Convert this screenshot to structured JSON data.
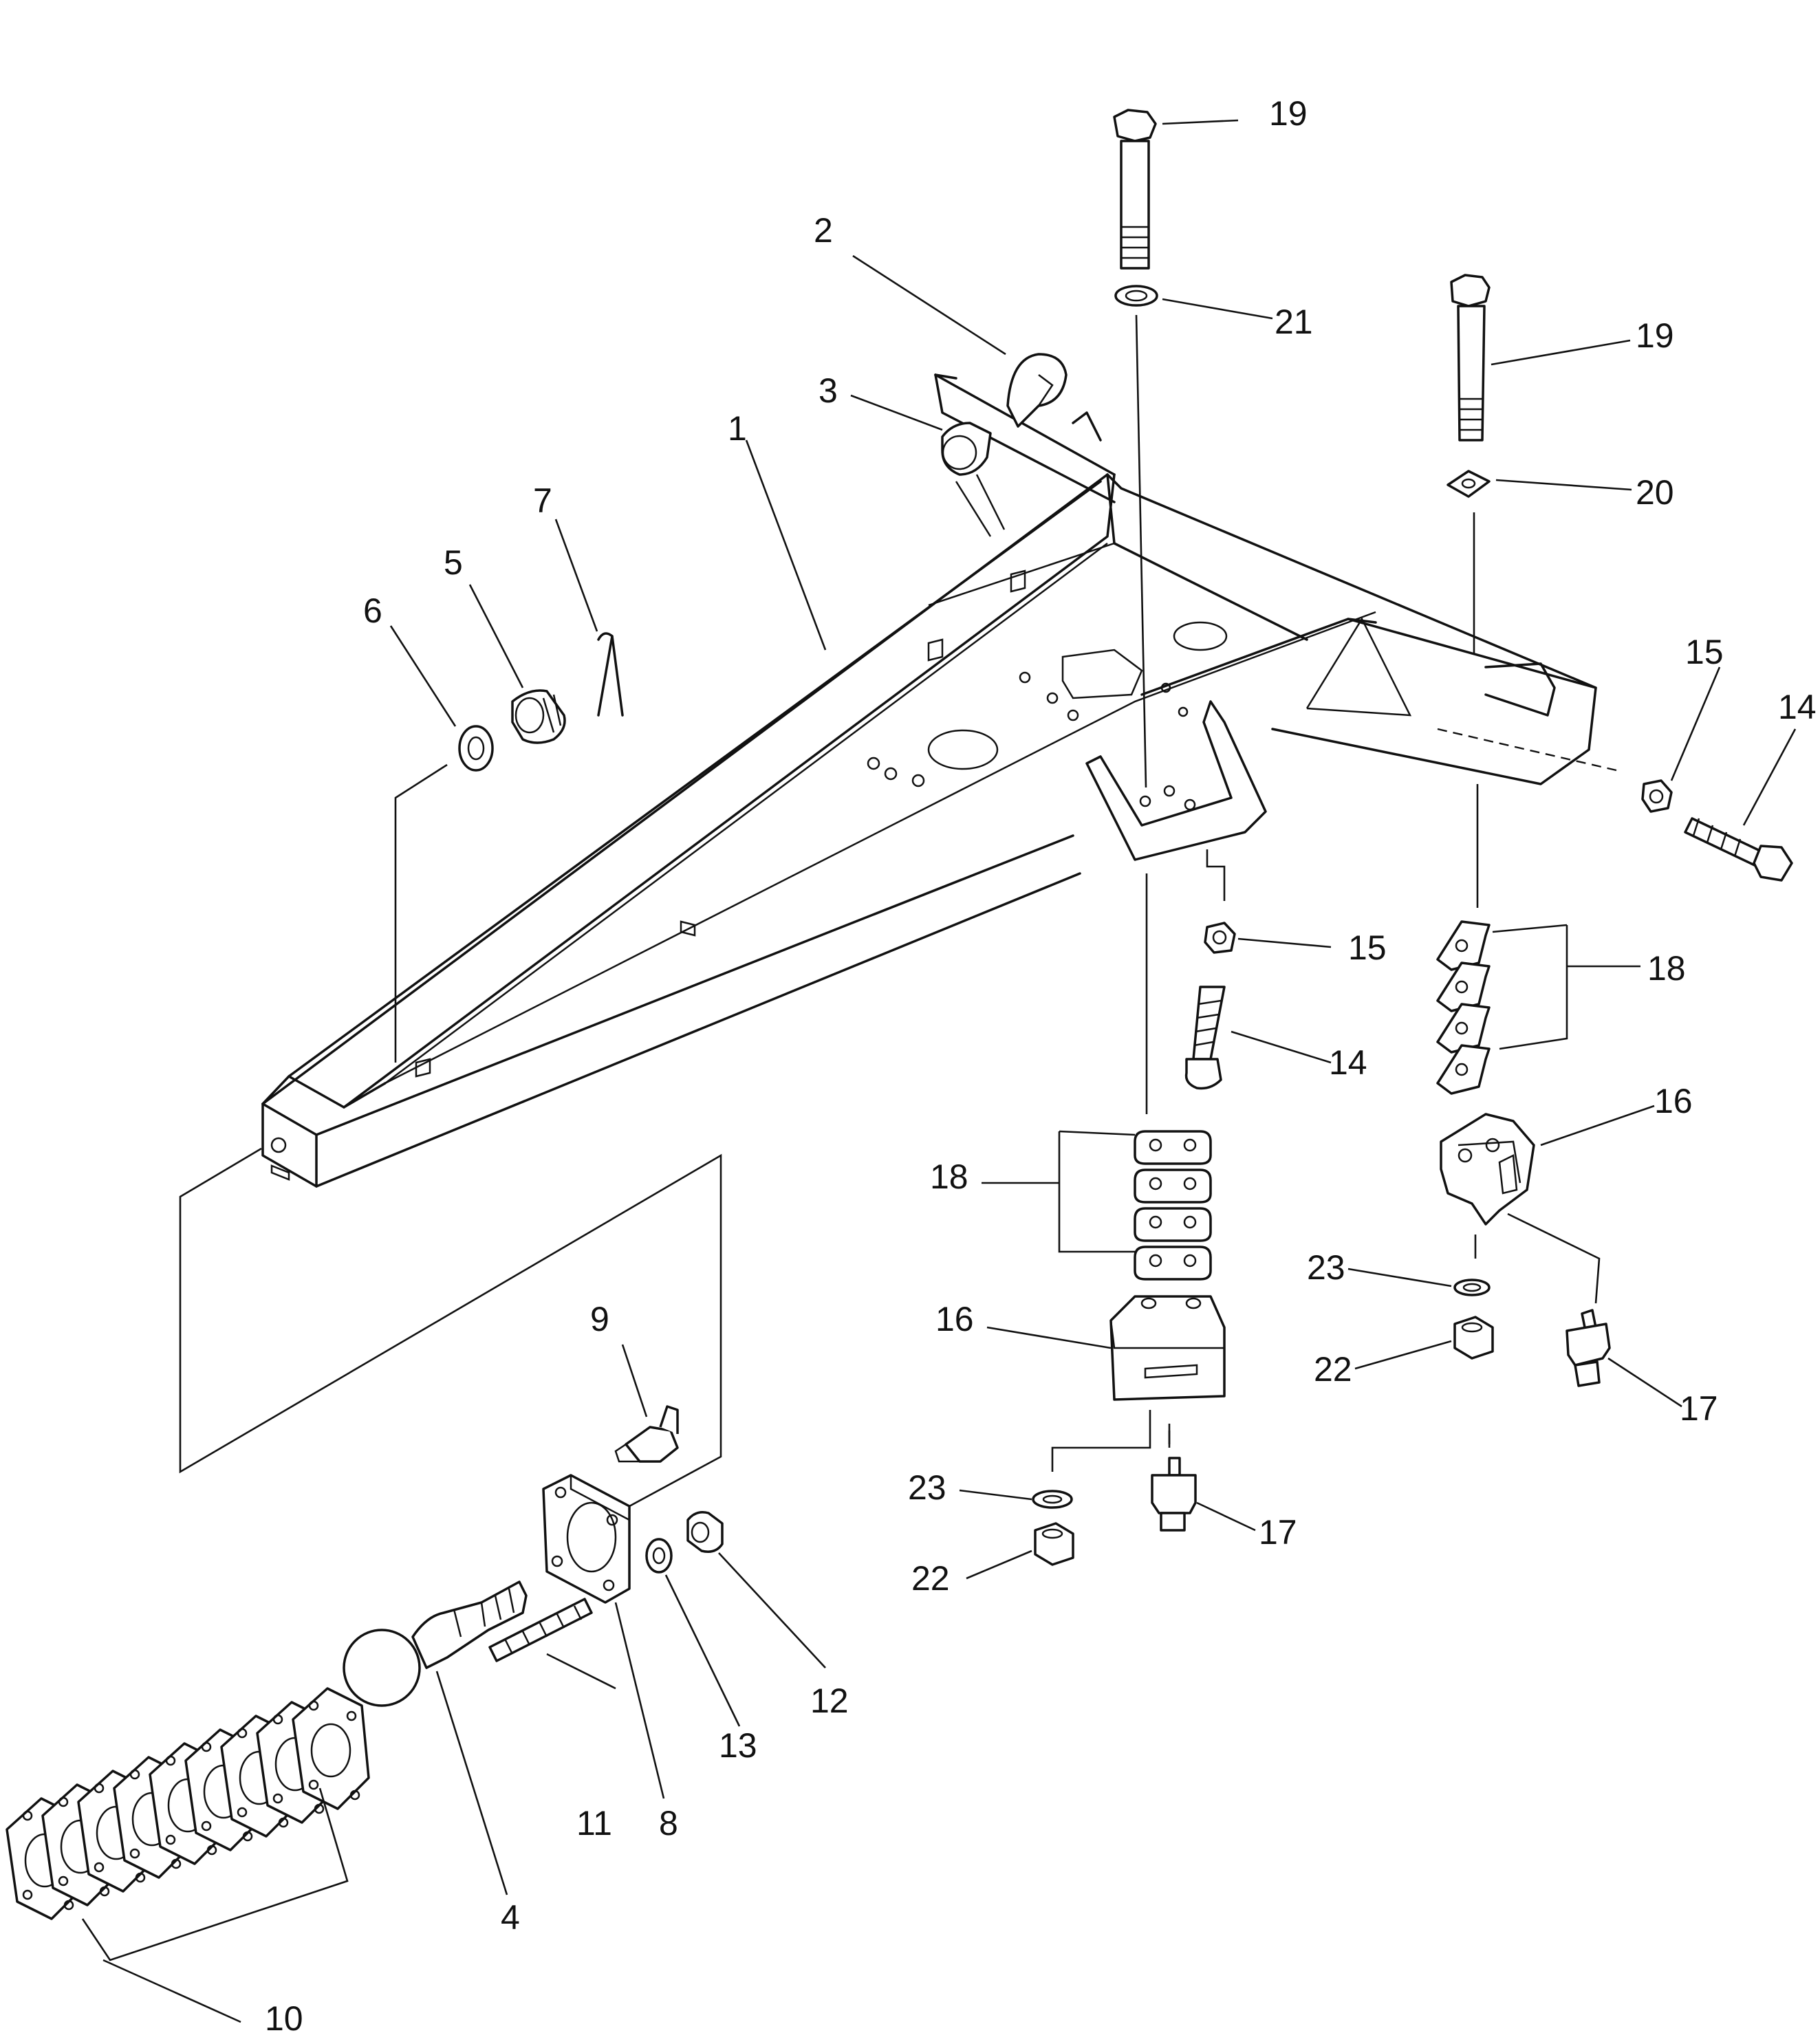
{
  "callouts": [
    {
      "id": "c1",
      "text": "1"
    },
    {
      "id": "c2",
      "text": "2"
    },
    {
      "id": "c3",
      "text": "3"
    },
    {
      "id": "c4",
      "text": "4"
    },
    {
      "id": "c5",
      "text": "5"
    },
    {
      "id": "c6",
      "text": "6"
    },
    {
      "id": "c7",
      "text": "7"
    },
    {
      "id": "c8",
      "text": "8"
    },
    {
      "id": "c9",
      "text": "9"
    },
    {
      "id": "c10",
      "text": "10"
    },
    {
      "id": "c11",
      "text": "11"
    },
    {
      "id": "c12",
      "text": "12"
    },
    {
      "id": "c13",
      "text": "13"
    },
    {
      "id": "c14a",
      "text": "14"
    },
    {
      "id": "c14b",
      "text": "14"
    },
    {
      "id": "c15a",
      "text": "15"
    },
    {
      "id": "c15b",
      "text": "15"
    },
    {
      "id": "c16a",
      "text": "16"
    },
    {
      "id": "c16b",
      "text": "16"
    },
    {
      "id": "c17a",
      "text": "17"
    },
    {
      "id": "c17b",
      "text": "17"
    },
    {
      "id": "c18a",
      "text": "18"
    },
    {
      "id": "c18b",
      "text": "18"
    },
    {
      "id": "c19a",
      "text": "19"
    },
    {
      "id": "c19b",
      "text": "19"
    },
    {
      "id": "c20",
      "text": "20"
    },
    {
      "id": "c21",
      "text": "21"
    },
    {
      "id": "c22a",
      "text": "22"
    },
    {
      "id": "c22b",
      "text": "22"
    },
    {
      "id": "c23a",
      "text": "23"
    },
    {
      "id": "c23b",
      "text": "23"
    }
  ]
}
